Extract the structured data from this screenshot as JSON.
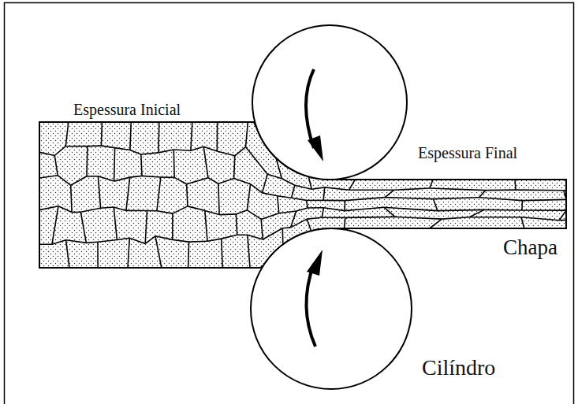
{
  "diagram": {
    "labels": [
      "Espessura Inicial",
      "Espessura Final",
      "Chapa",
      "Cilíndro"
    ]
  }
}
